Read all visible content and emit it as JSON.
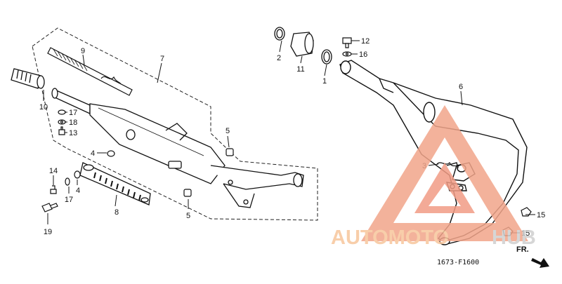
{
  "diagram": {
    "drawing_code": "1673-F1600",
    "direction_label": "FR.",
    "callouts": [
      {
        "id": "c1",
        "text": "1"
      },
      {
        "id": "c2",
        "text": "2"
      },
      {
        "id": "c3",
        "text": "3"
      },
      {
        "id": "c4a",
        "text": "4"
      },
      {
        "id": "c4b",
        "text": "4"
      },
      {
        "id": "c5a",
        "text": "5"
      },
      {
        "id": "c5b",
        "text": "5"
      },
      {
        "id": "c6",
        "text": "6"
      },
      {
        "id": "c7",
        "text": "7"
      },
      {
        "id": "c8",
        "text": "8"
      },
      {
        "id": "c9",
        "text": "9"
      },
      {
        "id": "c10",
        "text": "10"
      },
      {
        "id": "c11",
        "text": "11"
      },
      {
        "id": "c12",
        "text": "12"
      },
      {
        "id": "c13",
        "text": "13"
      },
      {
        "id": "c14",
        "text": "14"
      },
      {
        "id": "c15a",
        "text": "15"
      },
      {
        "id": "c15b",
        "text": "15"
      },
      {
        "id": "c16",
        "text": "16"
      },
      {
        "id": "c17a",
        "text": "17"
      },
      {
        "id": "c17b",
        "text": "17"
      },
      {
        "id": "c18",
        "text": "18"
      },
      {
        "id": "c19",
        "text": "19"
      }
    ]
  },
  "watermark": {
    "brand_part1": "AUTOMOTO",
    "brand_part2": "HUB",
    "color_primary": "#f2a58a",
    "color_secondary": "#f7c69c",
    "color_tertiary": "#cfcfcf"
  }
}
